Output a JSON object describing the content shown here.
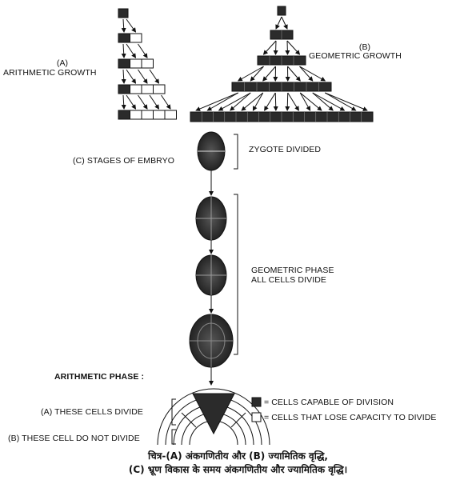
{
  "labels": {
    "arith_letter": "(A)",
    "arith_title": "ARITHMETIC GROWTH",
    "geo_letter": "(B)",
    "geo_title": "GEOMETRIC GROWTH",
    "embryo_stages": "(C) STAGES OF EMBRYO",
    "zygote": "ZYGOTE DIVIDED",
    "geo_phase_1": "GEOMETRIC PHASE",
    "geo_phase_2": "ALL CELLS DIVIDE",
    "arith_phase": "ARITHMETIC PHASE :",
    "these_divide": "(A) THESE CELLS DIVIDE",
    "not_divide": "(B) THESE CELL DO NOT DIVIDE"
  },
  "legend": {
    "dark": "= CELLS CAPABLE OF DIVISION",
    "light": "= CELLS THAT LOSE CAPACITY TO DIVIDE"
  },
  "caption": {
    "line1": "चित्र-(A) अंकगणितीय और (B) ज्यामितिक वृद्धि,",
    "line2": "(C) भ्रूण विकास के समय अंकगणितीय और ज्यामितिक वृद्धि।"
  },
  "colors": {
    "dark_cell": "#2b2b2b",
    "light_cell": "#ffffff",
    "line": "#111111"
  }
}
